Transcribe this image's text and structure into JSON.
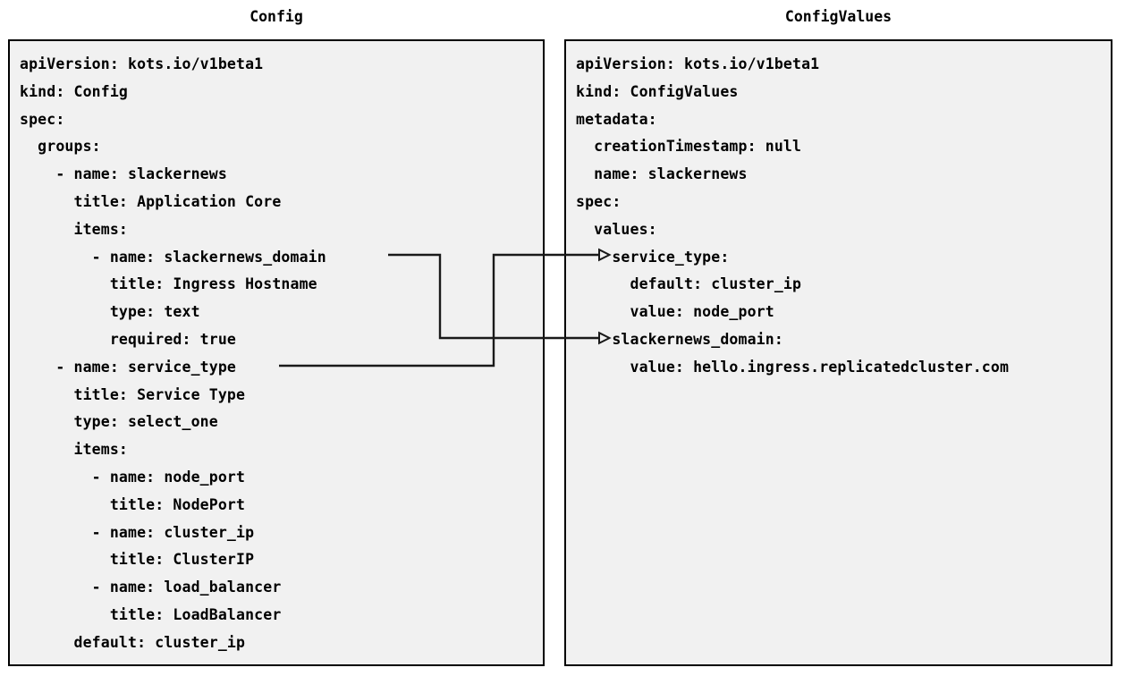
{
  "diagram": {
    "type": "yaml-mapping-diagram",
    "background_color": "#ffffff",
    "panel_background_color": "#f1f1f1",
    "panel_border_color": "#000000",
    "connector_color": "#1a1a1a"
  },
  "panels": [
    {
      "id": "config",
      "title": "Config",
      "code": "apiVersion: kots.io/v1beta1\nkind: Config\nspec:\n  groups:\n    - name: slackernews\n      title: Application Core\n      items:\n        - name: slackernews_domain\n          title: Ingress Hostname\n          type: text\n          required: true\n    - name: service_type\n      title: Service Type\n      type: select_one\n      items:\n        - name: node_port\n          title: NodePort\n        - name: cluster_ip\n          title: ClusterIP\n        - name: load_balancer\n          title: LoadBalancer\n      default: cluster_ip",
      "lines": [
        "apiVersion: kots.io/v1beta1",
        "kind: Config",
        "spec:",
        "  groups:",
        "    - name: slackernews",
        "      title: Application Core",
        "      items:",
        "        - name: slackernews_domain",
        "          title: Ingress Hostname",
        "          type: text",
        "          required: true",
        "    - name: service_type",
        "      title: Service Type",
        "      type: select_one",
        "      items:",
        "        - name: node_port",
        "          title: NodePort",
        "        - name: cluster_ip",
        "          title: ClusterIP",
        "        - name: load_balancer",
        "          title: LoadBalancer",
        "      default: cluster_ip"
      ]
    },
    {
      "id": "configvalues",
      "title": "ConfigValues",
      "code": "apiVersion: kots.io/v1beta1\nkind: ConfigValues\nmetadata:\n  creationTimestamp: null\n  name: slackernews\nspec:\n  values:\n    service_type:\n      default: cluster_ip\n      value: node_port\n    slackernews_domain:\n      value: hello.ingress.replicatedcluster.com",
      "lines": [
        "apiVersion: kots.io/v1beta1",
        "kind: ConfigValues",
        "metadata:",
        "  creationTimestamp: null",
        "  name: slackernews",
        "spec:",
        "  values:",
        "    service_type:",
        "      default: cluster_ip",
        "      value: node_port",
        "    slackernews_domain:",
        "      value: hello.ingress.replicatedcluster.com"
      ]
    }
  ],
  "connectors": [
    {
      "id": "slackernews-domain-link",
      "from": "Config.spec.groups[0].items[0].name: slackernews_domain",
      "to": "ConfigValues.spec.values.slackernews_domain",
      "arrowhead": "open-triangle"
    },
    {
      "id": "service-type-link",
      "from": "Config.spec.groups[1].name: service_type",
      "to": "ConfigValues.spec.values.service_type",
      "arrowhead": "open-triangle"
    }
  ]
}
